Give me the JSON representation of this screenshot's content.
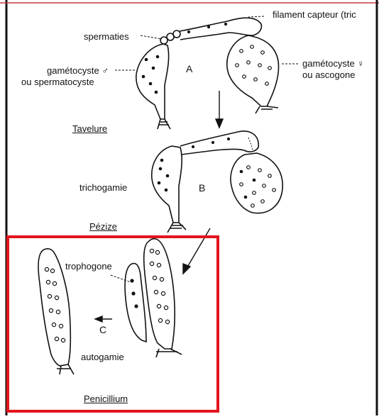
{
  "labels": {
    "filament": "filament capteur (tric",
    "spermaties": "spermaties",
    "gam_male_1": "gamétocyste ♂",
    "gam_male_2": "ou spermatocyste",
    "gam_female_1": "gamétocyste ♀",
    "gam_female_2": "ou ascogone",
    "panel_a": "A",
    "tavelure": "Tavelure",
    "trichogamie": "trichogamie",
    "panel_b": "B",
    "pezize": "Pézize",
    "trophogone": "trophogone",
    "panel_c": "C",
    "autogamie": "autogamie",
    "penicillium": "Penicillium"
  },
  "colors": {
    "ink": "#111111",
    "highlight": "#e3141c",
    "background": "#ffffff"
  }
}
